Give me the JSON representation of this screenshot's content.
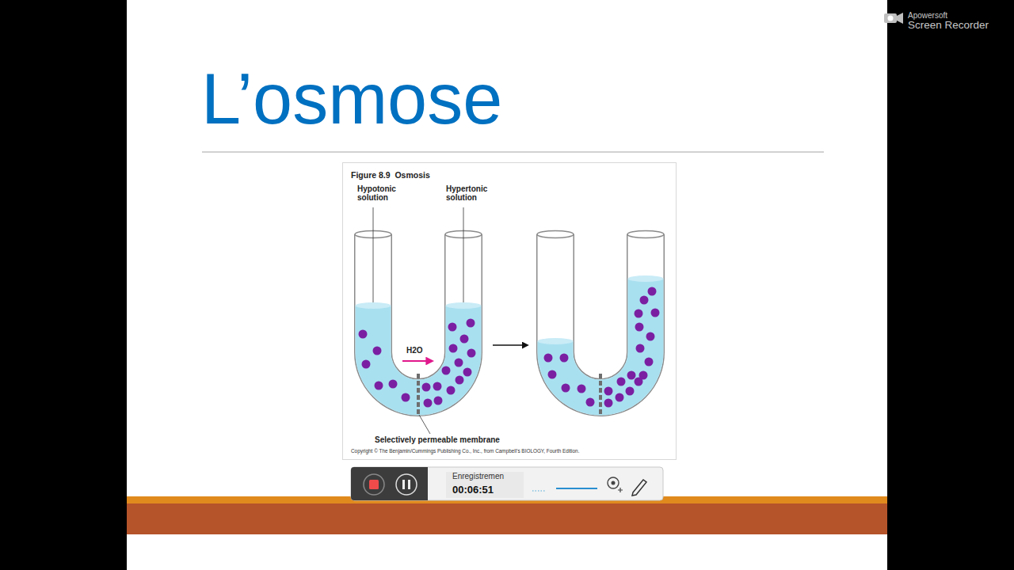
{
  "diagram": {
    "title": "L’osmose",
    "labels": [
      "Figure 8.9  Osmosis",
      "Hypotonic solution",
      "Hypertonic solution",
      "H2O",
      "Selectively permeable membrane",
      "Copyright © The Benjamin/Cummings Publishing Co., Inc., from Campbell's BIOLOGY, Fourth Edition.",
      "Enregistremen",
      "00:06:51",
      "Apowersoft",
      "Screen Recorder"
    ]
  }
}
